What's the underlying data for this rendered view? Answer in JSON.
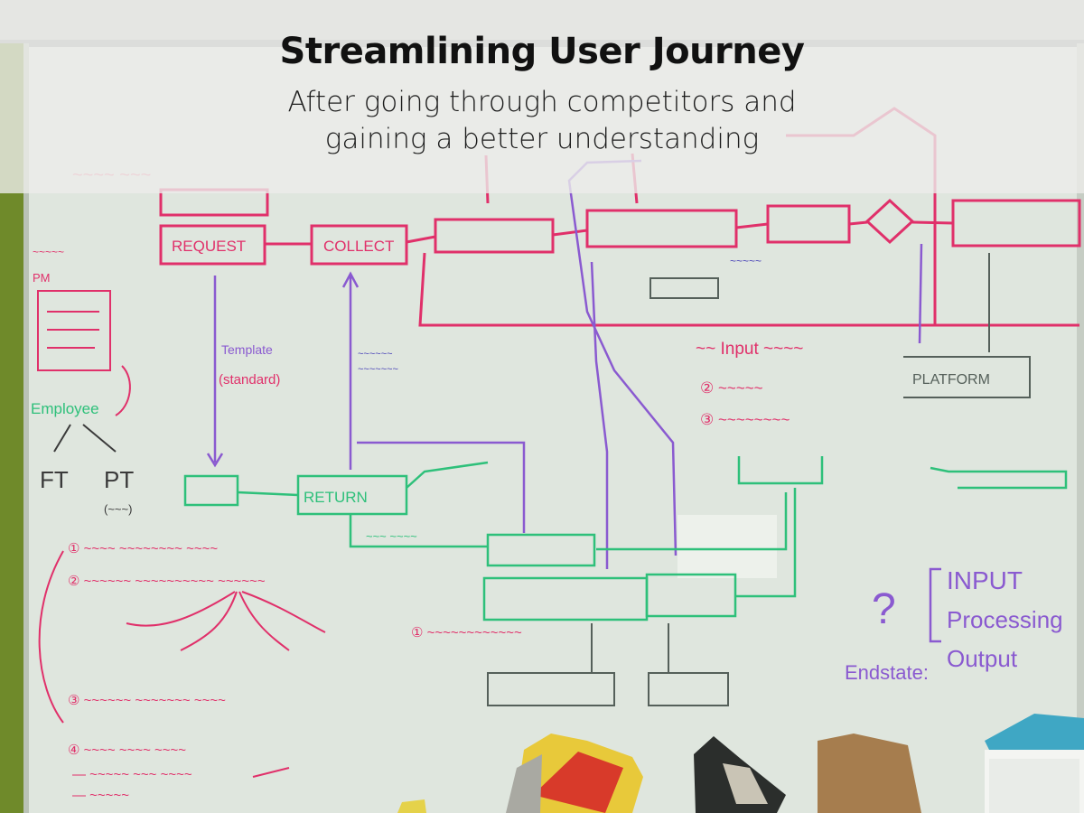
{
  "title": "Streamlining User Journey",
  "subtitle": {
    "line1": "After going through competitors and",
    "line2": "gaining a better understanding"
  },
  "whiteboard": {
    "top_flow": [
      "REQUEST",
      "COLLECT"
    ],
    "platform_label": "PLATFORM",
    "employee_label": "Employee",
    "ft_label": "FT",
    "pt_label": "PT",
    "template_note": "Template (standard)",
    "return_label": "RETURN",
    "input_note": "INPUT Processing Output",
    "question_mark": "?",
    "endstate_label": "Endstate:"
  },
  "colors": {
    "ink_red": "#e0306a",
    "ink_green": "#2ec07a",
    "ink_purple": "#8a5ad0",
    "ink_blue": "#4a44b8",
    "ink_gray": "#55605a",
    "board": "#e4e9e2",
    "wall": "#6f8a2a"
  }
}
